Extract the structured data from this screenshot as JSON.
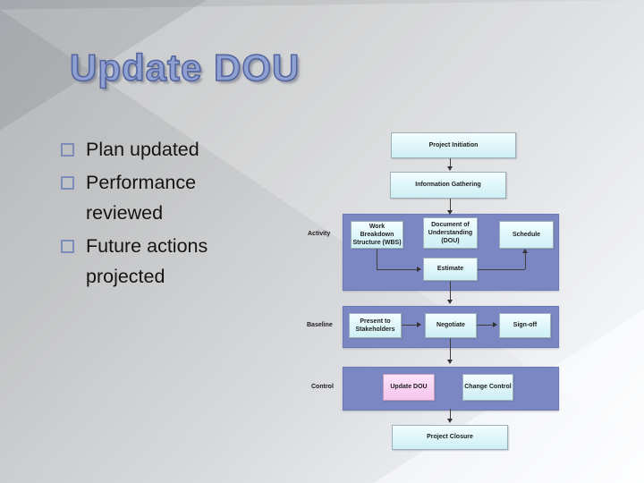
{
  "slide": {
    "title": "Update DOU",
    "bullets": [
      "Plan updated",
      "Performance reviewed",
      "Future actions projected"
    ]
  },
  "flowchart": {
    "nodes": {
      "project_initiation": "Project Initiation",
      "information_gathering": "Information Gathering",
      "wbs": "Work Breakdown Structure (WBS)",
      "dou": "Document of Understanding (DOU)",
      "schedule": "Schedule",
      "estimate": "Estimate",
      "present_to_stakeholders": "Present to Stakeholders",
      "negotiate": "Negotiate",
      "sign_off": "Sign-off",
      "update_dou": "Update DOU",
      "change_control": "Change Control",
      "project_closure": "Project Closure"
    },
    "lanes": {
      "activity": "Activity",
      "baseline": "Baseline",
      "control": "Control"
    }
  },
  "theme": {
    "colors": {
      "lane_fill": "#7b87c3",
      "node_fill": "#cdeff4",
      "node_fill_light": "#f3feff",
      "node_border": "#9fb0ba",
      "highlight_fill": "#f6c4ee",
      "highlight_fill_light": "#fde3f8",
      "connector": "#3f3f3f",
      "title_fill": "#8fa0d2",
      "title_outline": "#54659f",
      "bullet_marker": "#7e8cba",
      "body_text": "#141414"
    }
  }
}
